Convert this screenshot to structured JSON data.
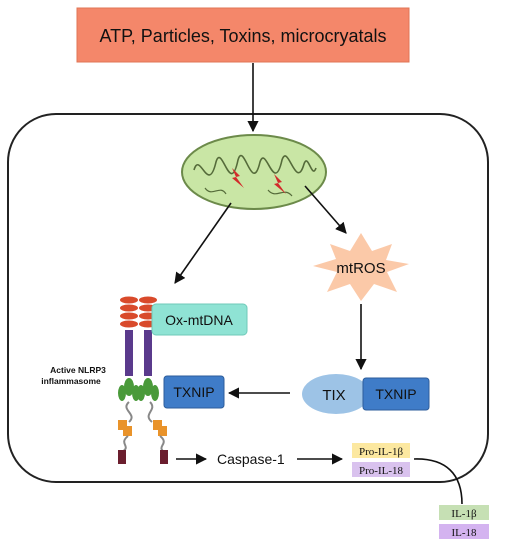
{
  "trigger_label": "ATP, Particles, Toxins, microcryatals",
  "mtros_label": "mtROS",
  "ox_mtdna_label": "Ox-mtDNA",
  "nlrp3_label_line1": "Active NLRP3",
  "nlrp3_label_line2": "inflammasome",
  "txnip_bound_label": "TXNIP",
  "tix_label": "TIX",
  "txnip_free_label": "TXNIP",
  "caspase_label": "Caspase-1",
  "pro_il1b_label": "Pro-IL-1β",
  "pro_il18_label": "Pro-IL-18",
  "il1b_label": "IL-1β",
  "il18_label": "IL-18",
  "colors": {
    "trigger_fill": "#f4876a",
    "cell_stroke": "#222222",
    "mito_fill": "#c9e6a5",
    "mito_cristae": "#556b3a",
    "ros_fill": "#fbc9a8",
    "ox_mtdna_fill": "#8fe3d4",
    "txnip_fill": "#3f7cc8",
    "tix_fill": "#9dc3e6",
    "pro_il1b_fill": "#fce8a0",
    "pro_il18_fill": "#d9c2ee",
    "il1b_fill": "#c6e0b4",
    "il18_fill": "#d4b3f0",
    "nlrp3_red": "#d94a2b",
    "nlrp3_purple": "#5a3a8c",
    "nlrp3_green": "#4a9a3a",
    "nlrp3_orange": "#e9932a",
    "nlrp3_maroon": "#6b1e2e"
  }
}
